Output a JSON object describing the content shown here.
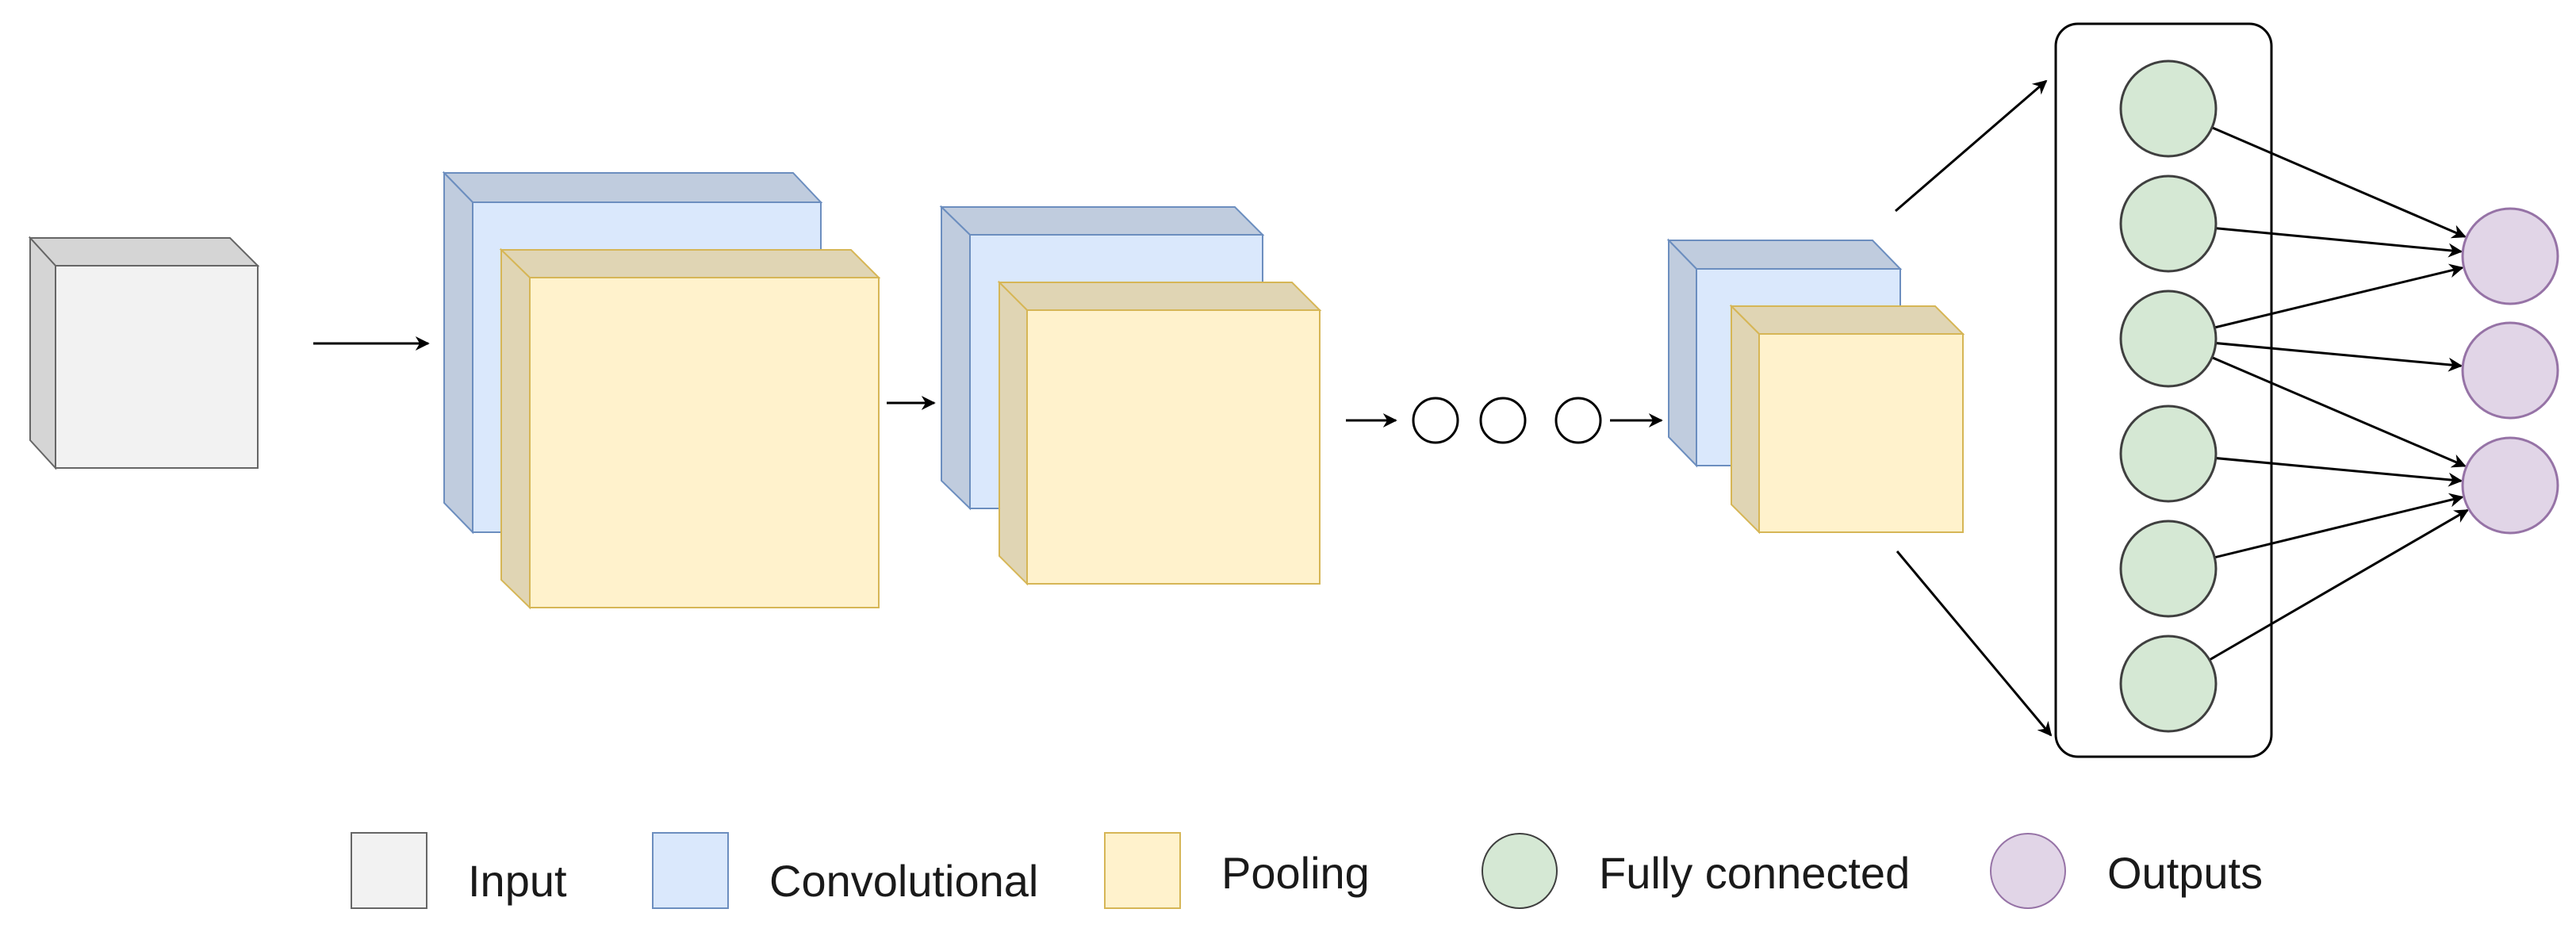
{
  "colors": {
    "input_fill": "#f2f2f2",
    "input_stroke": "#666666",
    "conv_fill": "#dae8fc",
    "conv_stroke": "#6c8ebf",
    "pool_fill": "#fff2cc",
    "pool_stroke": "#d6b656",
    "fc_fill": "#d5e8d4",
    "fc_stroke": "#3f3f3f",
    "output_fill": "#e1d5e7",
    "output_stroke": "#9673a6",
    "line": "#000000"
  },
  "legend": [
    {
      "key": "input",
      "label": "Input"
    },
    {
      "key": "conv",
      "label": "Convolutional"
    },
    {
      "key": "pool",
      "label": "Pooling"
    },
    {
      "key": "fc",
      "label": "Fully connected"
    },
    {
      "key": "output",
      "label": "Outputs"
    }
  ],
  "network": {
    "fully_connected_nodes": 6,
    "output_nodes": 3,
    "ellipsis_circles": 3,
    "connections": [
      [
        0,
        0
      ],
      [
        1,
        0
      ],
      [
        2,
        0
      ],
      [
        2,
        1
      ],
      [
        2,
        2
      ],
      [
        3,
        2
      ],
      [
        4,
        2
      ],
      [
        5,
        2
      ]
    ]
  }
}
